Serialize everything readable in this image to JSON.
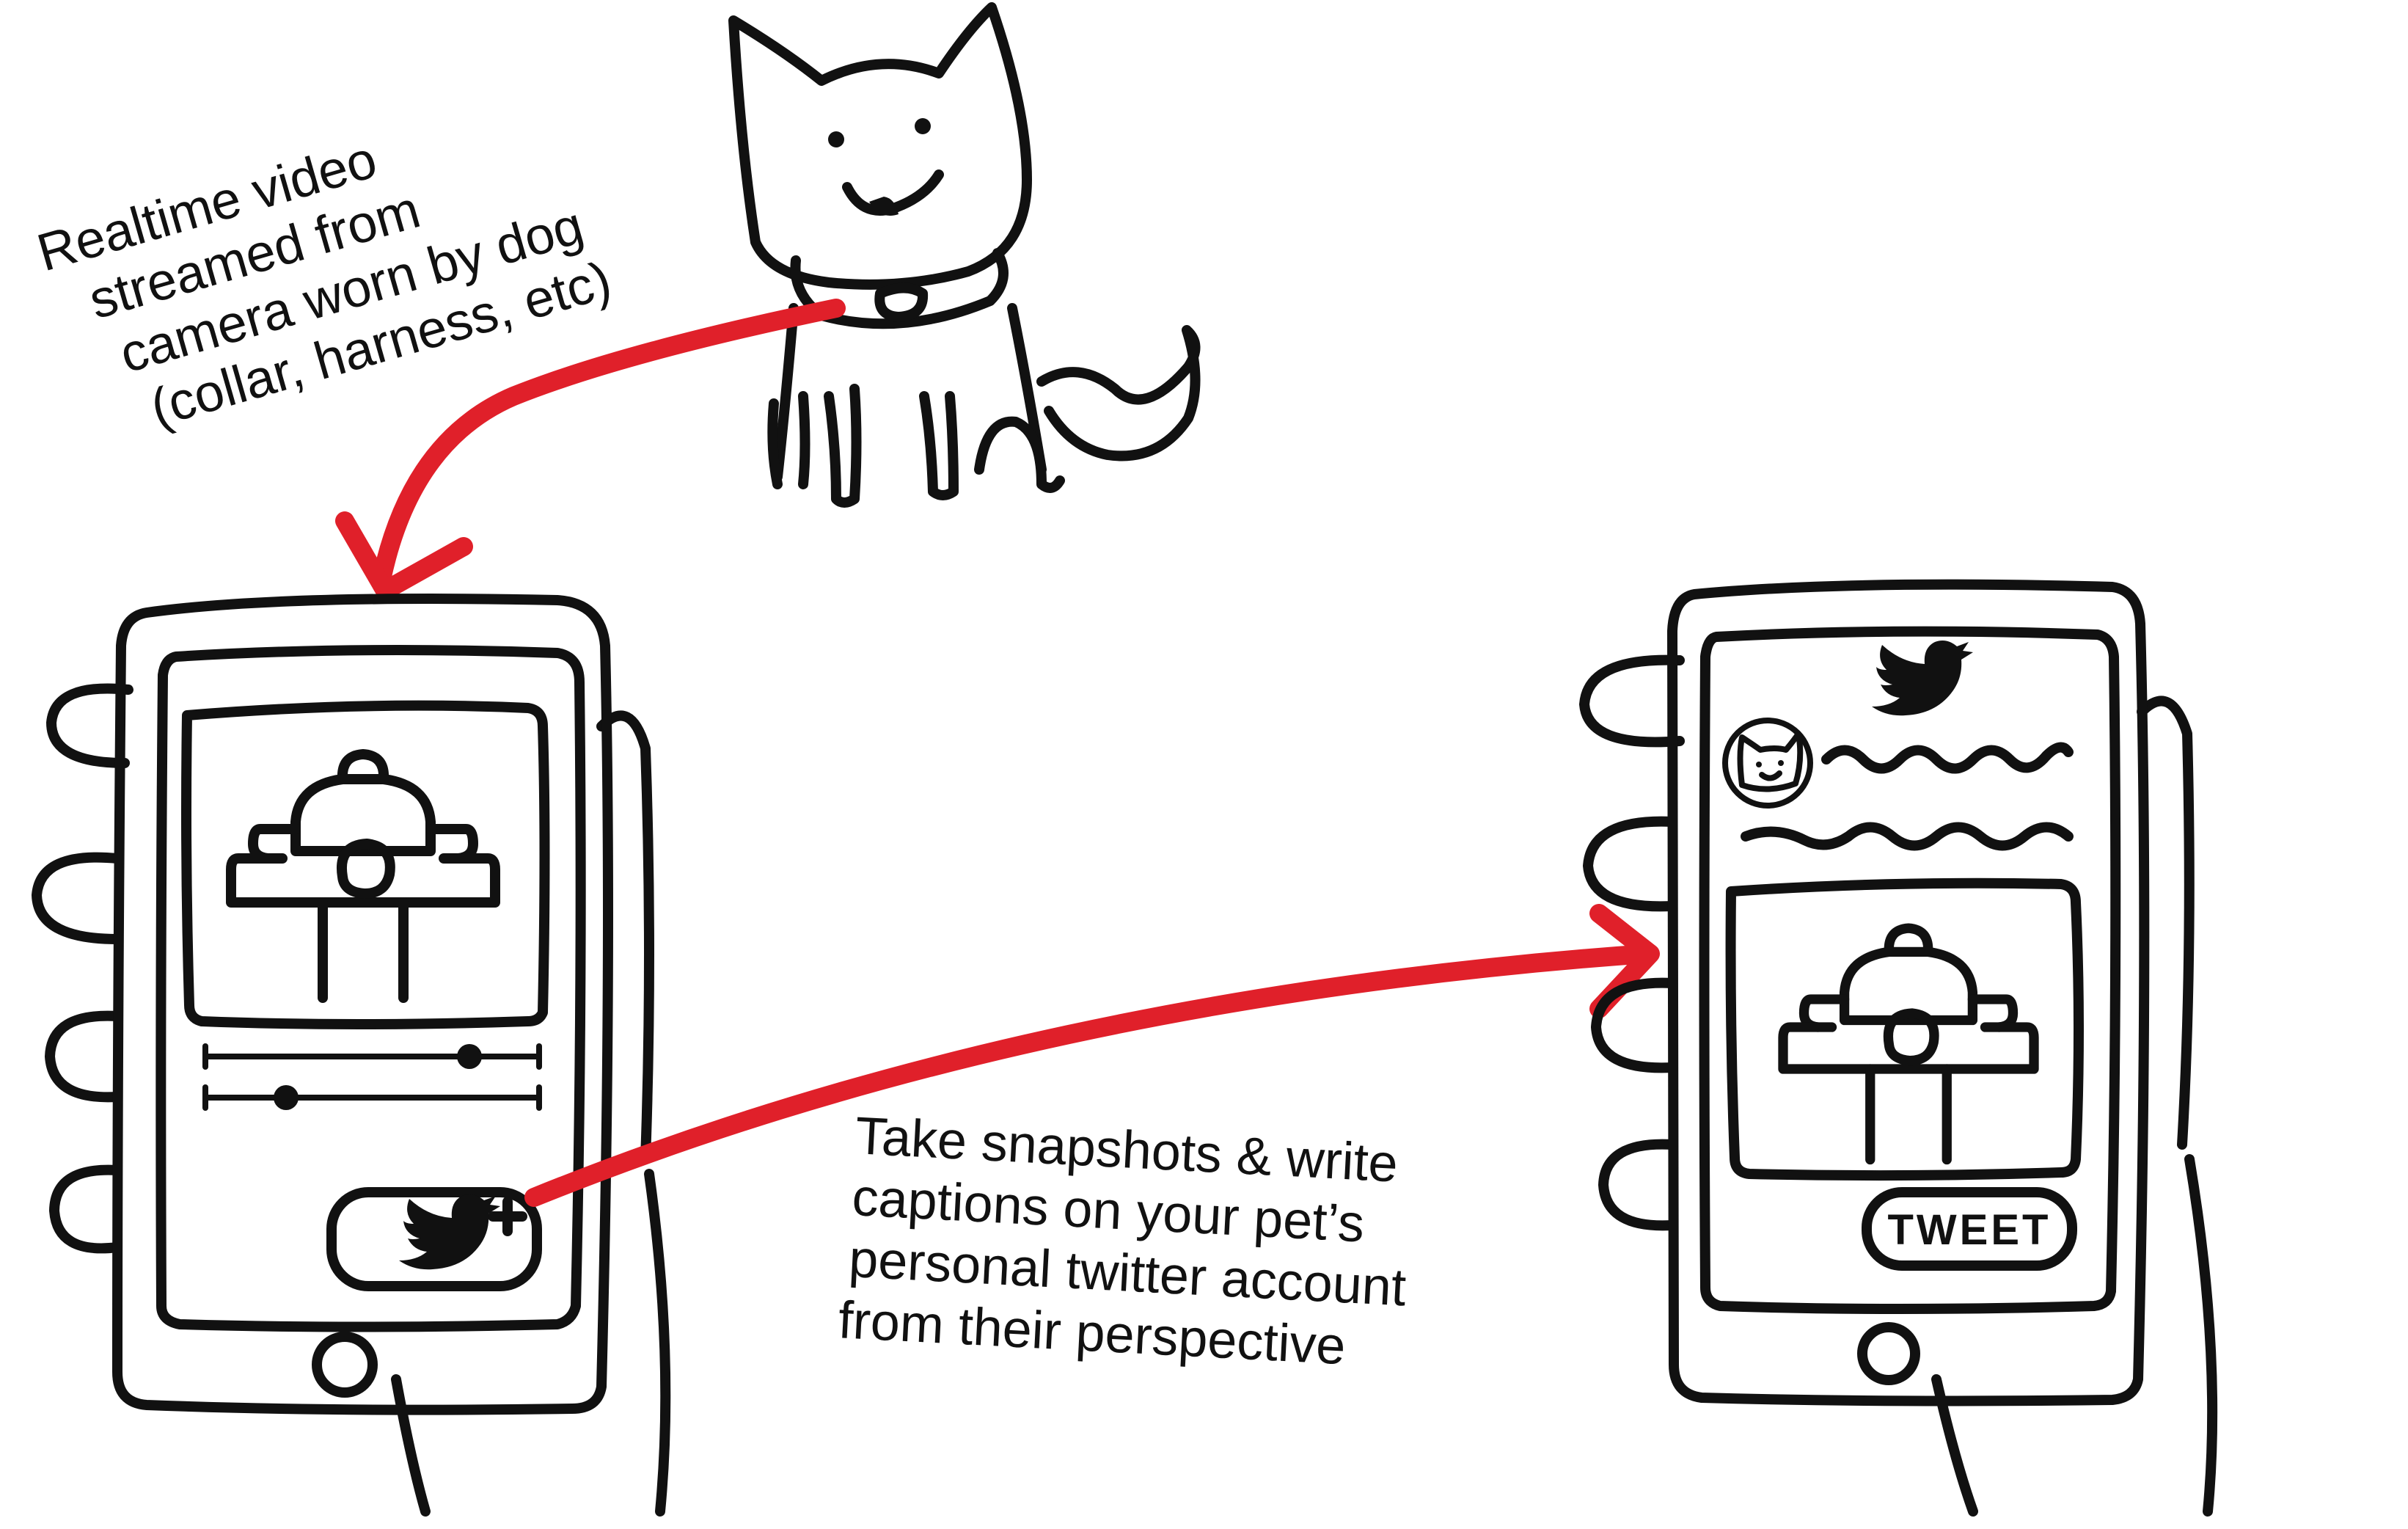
{
  "colors": {
    "ink": "#111111",
    "arrow": "#e0202a",
    "background": "#ffffff"
  },
  "annotations": {
    "top_left": [
      "Realtime video",
      "streamed from",
      "camera worn by dog",
      "(collar, harness, etc)"
    ],
    "bottom_middle": [
      "Take snapshots & write",
      "captions on your pet’s",
      "personal twitter account",
      "from their perspective"
    ]
  },
  "phone_right": {
    "tweet_button_label": "TWEET"
  },
  "icons": {
    "dog": "dog-sketch",
    "hydrant": "fire-hydrant-icon",
    "bird": "twitter-bird-icon",
    "plus": "plus-icon",
    "avatar": "cat-avatar-icon"
  }
}
